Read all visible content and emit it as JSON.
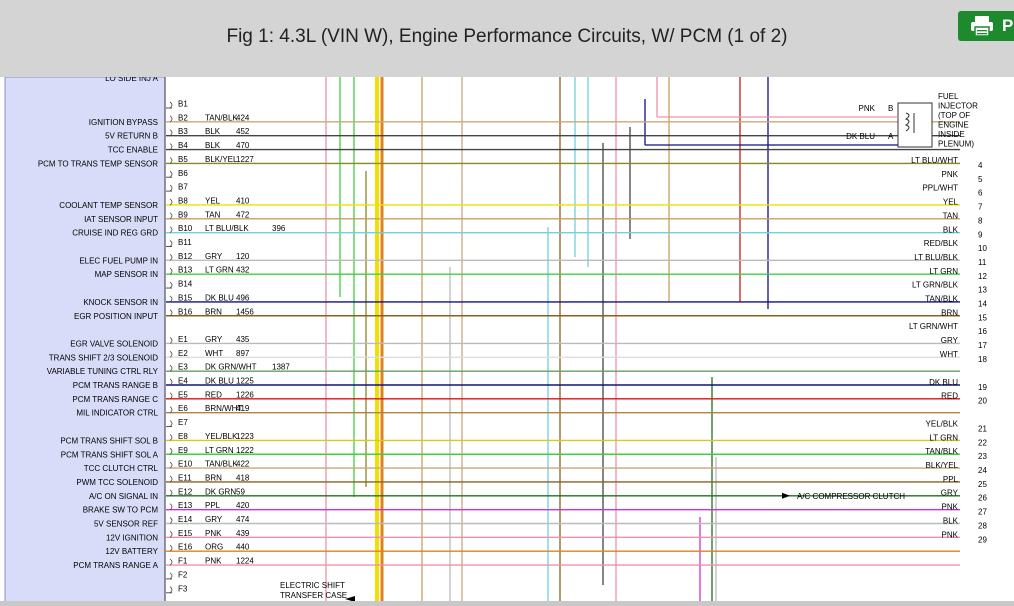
{
  "header": {
    "title": "Fig 1: 4.3L (VIN W), Engine Performance Circuits, W/ PCM (1 of 2)",
    "print_label": "P"
  },
  "diagram": {
    "top_cut_label": "LO SIDE INJ A",
    "rows": [
      {
        "left": "",
        "pin": "B1",
        "color": "",
        "circuit": "",
        "hex": ""
      },
      {
        "left": "IGNITION BYPASS",
        "pin": "B2",
        "color": "TAN/BLK",
        "circuit": "424",
        "hex": "#c8a878"
      },
      {
        "left": "5V RETURN B",
        "pin": "B3",
        "color": "BLK",
        "circuit": "452",
        "hex": "#444444"
      },
      {
        "left": "TCC ENABLE",
        "pin": "B4",
        "color": "BLK",
        "circuit": "470",
        "hex": "#444444"
      },
      {
        "left": "PCM TO TRANS TEMP SENSOR",
        "pin": "B5",
        "color": "BLK/YEL",
        "circuit": "1227",
        "hex": "#888822"
      },
      {
        "left": "",
        "pin": "B6",
        "color": "",
        "circuit": "",
        "hex": ""
      },
      {
        "left": "",
        "pin": "B7",
        "color": "",
        "circuit": "",
        "hex": ""
      },
      {
        "left": "COOLANT TEMP SENSOR",
        "pin": "B8",
        "color": "YEL",
        "circuit": "410",
        "hex": "#f0e000"
      },
      {
        "left": "IAT SENSOR INPUT",
        "pin": "B9",
        "color": "TAN",
        "circuit": "472",
        "hex": "#c8a060"
      },
      {
        "left": "CRUISE IND REG GRD",
        "pin": "B10",
        "color": "LT BLU/BLK",
        "circuit": "396",
        "hex": "#70d0e0"
      },
      {
        "left": "",
        "pin": "B11",
        "color": "",
        "circuit": "",
        "hex": ""
      },
      {
        "left": "ELEC FUEL PUMP IN",
        "pin": "B12",
        "color": "GRY",
        "circuit": "120",
        "hex": "#bbbbbb"
      },
      {
        "left": "MAP SENSOR IN",
        "pin": "B13",
        "color": "LT GRN",
        "circuit": "432",
        "hex": "#40d040"
      },
      {
        "left": "",
        "pin": "B14",
        "color": "",
        "circuit": "",
        "hex": ""
      },
      {
        "left": "KNOCK SENSOR IN",
        "pin": "B15",
        "color": "DK BLU",
        "circuit": "496",
        "hex": "#101080"
      },
      {
        "left": "EGR POSITION INPUT",
        "pin": "B16",
        "color": "BRN",
        "circuit": "1456",
        "hex": "#8a6020"
      },
      {
        "left": "",
        "pin": "",
        "color": "",
        "circuit": "",
        "hex": ""
      },
      {
        "left": "EGR VALVE SOLENOID",
        "pin": "E1",
        "color": "GRY",
        "circuit": "435",
        "hex": "#bbbbbb"
      },
      {
        "left": "TRANS SHIFT 2/3 SOLENOID",
        "pin": "E2",
        "color": "WHT",
        "circuit": "897",
        "hex": "#dddddd"
      },
      {
        "left": "VARIABLE TUNING CTRL RLY",
        "pin": "E3",
        "color": "DK GRN/WHT",
        "circuit": "1387",
        "hex": "#60a060"
      },
      {
        "left": "PCM TRANS RANGE B",
        "pin": "E4",
        "color": "DK BLU",
        "circuit": "1225",
        "hex": "#101080"
      },
      {
        "left": "PCM TRANS RANGE C",
        "pin": "E5",
        "color": "RED",
        "circuit": "1226",
        "hex": "#e01010"
      },
      {
        "left": "MIL INDICATOR CTRL",
        "pin": "E6",
        "color": "BRN/WHT",
        "circuit": "419",
        "hex": "#b08040"
      },
      {
        "left": "",
        "pin": "E7",
        "color": "",
        "circuit": "",
        "hex": ""
      },
      {
        "left": "PCM TRANS SHIFT SOL B",
        "pin": "E8",
        "color": "YEL/BLK",
        "circuit": "1223",
        "hex": "#d8c820"
      },
      {
        "left": "PCM TRANS SHIFT SOL A",
        "pin": "E9",
        "color": "LT GRN",
        "circuit": "1222",
        "hex": "#40d040"
      },
      {
        "left": "TCC CLUTCH CTRL",
        "pin": "E10",
        "color": "TAN/BLK",
        "circuit": "422",
        "hex": "#c8a878"
      },
      {
        "left": "PWM TCC SOLENOID",
        "pin": "E11",
        "color": "BRN",
        "circuit": "418",
        "hex": "#8a6020"
      },
      {
        "left": "A/C ON SIGNAL IN",
        "pin": "E12",
        "color": "DK GRN",
        "circuit": "59",
        "hex": "#207020"
      },
      {
        "left": "BRAKE SW TO PCM",
        "pin": "E13",
        "color": "PPL",
        "circuit": "420",
        "hex": "#d030d0"
      },
      {
        "left": "5V SENSOR REF",
        "pin": "E14",
        "color": "GRY",
        "circuit": "474",
        "hex": "#bbbbbb"
      },
      {
        "left": "12V IGNITION",
        "pin": "E15",
        "color": "PNK",
        "circuit": "439",
        "hex": "#f090a8"
      },
      {
        "left": "12V BATTERY",
        "pin": "E16",
        "color": "ORG",
        "circuit": "440",
        "hex": "#e08020"
      },
      {
        "left": "PCM TRANS RANGE A",
        "pin": "F1",
        "color": "PNK",
        "circuit": "1224",
        "hex": "#f090a8"
      },
      {
        "left": "",
        "pin": "F2",
        "color": "",
        "circuit": "",
        "hex": ""
      },
      {
        "left": "",
        "pin": "F3",
        "color": "",
        "circuit": "",
        "hex": ""
      }
    ],
    "right_labels": [
      {
        "color": "LT BLU/WHT",
        "num": "4",
        "hex": "#70d0e0"
      },
      {
        "color": "PNK",
        "num": "5",
        "hex": "#f090a8"
      },
      {
        "color": "PPL/WHT",
        "num": "6",
        "hex": "#d060d0"
      },
      {
        "color": "YEL",
        "num": "7",
        "hex": "#f0e000"
      },
      {
        "color": "TAN",
        "num": "8",
        "hex": "#c8a060"
      },
      {
        "color": "BLK",
        "num": "9",
        "hex": "#444444"
      },
      {
        "color": "RED/BLK",
        "num": "10",
        "hex": "#c02020"
      },
      {
        "color": "LT BLU/BLK",
        "num": "11",
        "hex": "#70d0e0"
      },
      {
        "color": "LT GRN",
        "num": "12",
        "hex": "#40d040"
      },
      {
        "color": "LT GRN/BLK",
        "num": "13",
        "hex": "#40d040"
      },
      {
        "color": "TAN/BLK",
        "num": "14",
        "hex": "#c8a878"
      },
      {
        "color": "BRN",
        "num": "15",
        "hex": "#8a6020"
      },
      {
        "color": "LT GRN/WHT",
        "num": "16",
        "hex": "#80e080"
      },
      {
        "color": "GRY",
        "num": "17",
        "hex": "#bbbbbb"
      },
      {
        "color": "WHT",
        "num": "18",
        "hex": "#dddddd"
      },
      {
        "color": "DK BLU",
        "num": "19",
        "hex": "#101080"
      },
      {
        "color": "RED",
        "num": "20",
        "hex": "#e01010"
      },
      {
        "color": "YEL/BLK",
        "num": "21",
        "hex": "#d8c820"
      },
      {
        "color": "LT GRN",
        "num": "22",
        "hex": "#40d040"
      },
      {
        "color": "TAN/BLK",
        "num": "23",
        "hex": "#c8a878"
      },
      {
        "color": "BLK/YEL",
        "num": "24",
        "hex": "#888822"
      },
      {
        "color": "PPL",
        "num": "25",
        "hex": "#d030d0"
      },
      {
        "color": "GRY",
        "num": "26",
        "hex": "#bbbbbb"
      },
      {
        "color": "PNK",
        "num": "27",
        "hex": "#f090a8"
      },
      {
        "color": "BLK",
        "num": "28",
        "hex": "#444444"
      },
      {
        "color": "PNK",
        "num": "29",
        "hex": "#f090a8"
      }
    ],
    "injector": {
      "title_lines": [
        "FUEL",
        "INJECTOR",
        "(TOP OF",
        "ENGINE",
        "INSIDE",
        "PLENUM)"
      ],
      "pin_b_color": "PNK",
      "pin_b": "B",
      "pin_a_color": "DK BLU",
      "pin_a": "A"
    },
    "ac_clutch": "A/C COMPRESSOR CLUTCH",
    "transfer_case": [
      "ELECTRIC SHIFT",
      "TRANSFER CASE"
    ]
  }
}
